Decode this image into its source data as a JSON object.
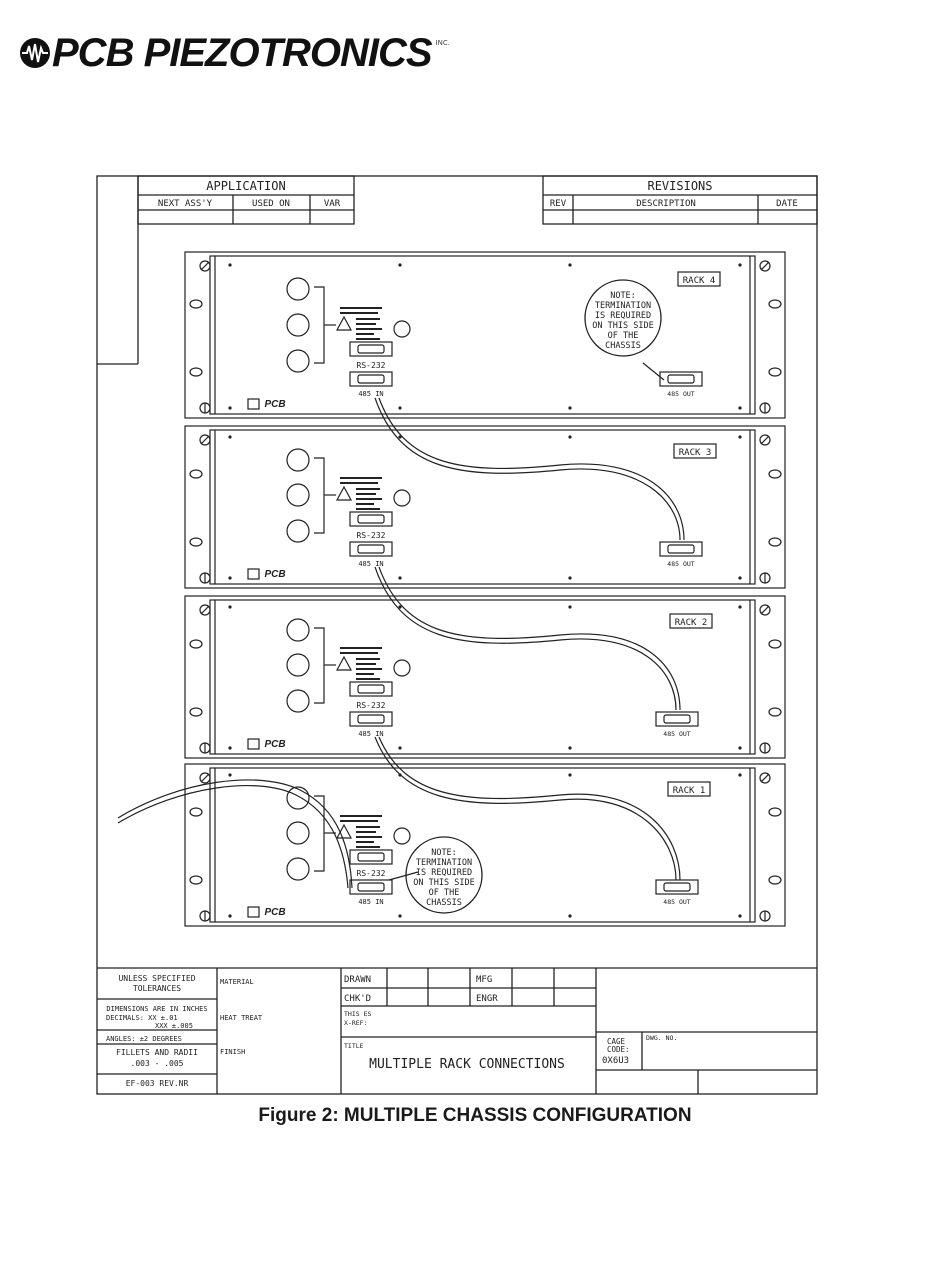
{
  "logo": {
    "text": "PCB PIEZOTRONICS",
    "inc": "INC."
  },
  "title_block_top": {
    "application": "APPLICATION",
    "next_assy": "NEXT ASS'Y",
    "used_on": "USED ON",
    "var": "VAR",
    "revisions": "REVISIONS",
    "rev": "REV",
    "description": "DESCRIPTION",
    "date": "DATE"
  },
  "racks": [
    {
      "label": "RACK 4",
      "rs232": "RS-232",
      "in485": "485 IN",
      "out485": "485 OUT",
      "brand": "PCB"
    },
    {
      "label": "RACK 3",
      "rs232": "RS-232",
      "in485": "485 IN",
      "out485": "485 OUT",
      "brand": "PCB"
    },
    {
      "label": "RACK 2",
      "rs232": "RS-232",
      "in485": "485 IN",
      "out485": "485 OUT",
      "brand": "PCB"
    },
    {
      "label": "RACK 1",
      "rs232": "RS-232",
      "in485": "485 IN",
      "out485": "485 OUT",
      "brand": "PCB"
    }
  ],
  "notes": {
    "top": [
      "NOTE:",
      "TERMINATION",
      "IS REQUIRED",
      "ON THIS SIDE",
      "OF THE",
      "CHASSIS"
    ],
    "bottom": [
      "NOTE:",
      "TERMINATION",
      "IS REQUIRED",
      "ON THIS SIDE",
      "OF THE",
      "CHASSIS"
    ]
  },
  "title_block_bottom": {
    "unless": "UNLESS SPECIFIED",
    "tolerances": "TOLERANCES",
    "dims": "DIMENSIONS ARE IN INCHES",
    "decimals": "DECIMALS: XX ±.01",
    "xxx": "XXX ±.005",
    "angles": "ANGLES: ±2 DEGREES",
    "fillets": "FILLETS AND RADII",
    "fillets_val": ".003 - .005",
    "ef": "EF-003 REV.NR",
    "material": "MATERIAL",
    "heat": "HEAT TREAT",
    "finish": "FINISH",
    "drawn": "DRAWN",
    "chkd": "CHK'D",
    "mfg": "MFG",
    "engr": "ENGR",
    "this_es": "THIS ES",
    "x_ref": "X-REF:",
    "title_label": "TITLE",
    "title": "MULTIPLE RACK CONNECTIONS",
    "cage": "CAGE",
    "code": "CODE:",
    "cage_val": "0X6U3",
    "dwg": "DWG. NO."
  },
  "caption": "Figure 2: MULTIPLE CHASSIS CONFIGURATION",
  "colors": {
    "ink": "#222222",
    "paper": "#ffffff"
  }
}
